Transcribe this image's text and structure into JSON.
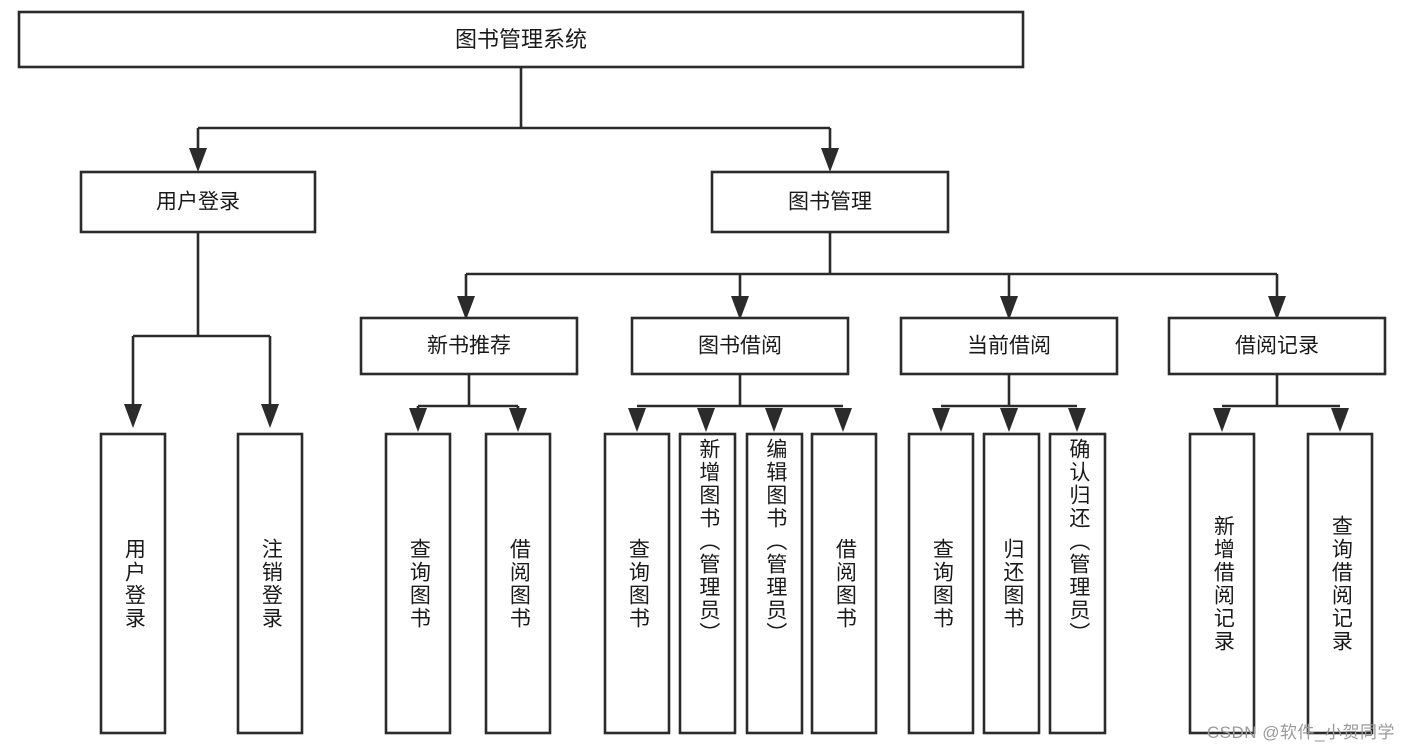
{
  "diagram": {
    "type": "tree",
    "title": "图书管理系统",
    "root": {
      "id": "root",
      "label": "图书管理系统"
    },
    "level1": [
      {
        "id": "user-login",
        "label": "用户登录"
      },
      {
        "id": "book-manage",
        "label": "图书管理"
      }
    ],
    "level2": [
      {
        "id": "new-book-recommend",
        "label": "新书推荐",
        "parent": "book-manage"
      },
      {
        "id": "book-borrow",
        "label": "图书借阅",
        "parent": "book-manage"
      },
      {
        "id": "current-borrow",
        "label": "当前借阅",
        "parent": "book-manage"
      },
      {
        "id": "borrow-record",
        "label": "借阅记录",
        "parent": "book-manage"
      }
    ],
    "leaves": [
      {
        "id": "leaf-user-login",
        "label": "用户登录",
        "parent": "user-login"
      },
      {
        "id": "leaf-logout-login",
        "label": "注销登录",
        "parent": "user-login"
      },
      {
        "id": "leaf-query-book-1",
        "label": "查询图书",
        "parent": "new-book-recommend"
      },
      {
        "id": "leaf-borrow-book-1",
        "label": "借阅图书",
        "parent": "new-book-recommend"
      },
      {
        "id": "leaf-query-book-2",
        "label": "查询图书",
        "parent": "book-borrow"
      },
      {
        "id": "leaf-add-book",
        "label": "新增图书（管理员）",
        "parent": "book-borrow"
      },
      {
        "id": "leaf-edit-book",
        "label": "编辑图书（管理员）",
        "parent": "book-borrow"
      },
      {
        "id": "leaf-borrow-book-2",
        "label": "借阅图书",
        "parent": "book-borrow"
      },
      {
        "id": "leaf-query-book-3",
        "label": "查询图书",
        "parent": "current-borrow"
      },
      {
        "id": "leaf-return-book",
        "label": "归还图书",
        "parent": "current-borrow"
      },
      {
        "id": "leaf-confirm-return",
        "label": "确认归还（管理员）",
        "parent": "current-borrow"
      },
      {
        "id": "leaf-add-record",
        "label": "新增借阅记录",
        "parent": "borrow-record"
      },
      {
        "id": "leaf-query-record",
        "label": "查询借阅记录",
        "parent": "borrow-record"
      }
    ],
    "colors": {
      "stroke": "#2b2b2b",
      "fill": "#ffffff",
      "text": "#1a1a1a",
      "background": "#ffffff",
      "watermark": "#9a9a9a"
    }
  },
  "watermark": {
    "text": "CSDN @软件_小贺同学"
  }
}
